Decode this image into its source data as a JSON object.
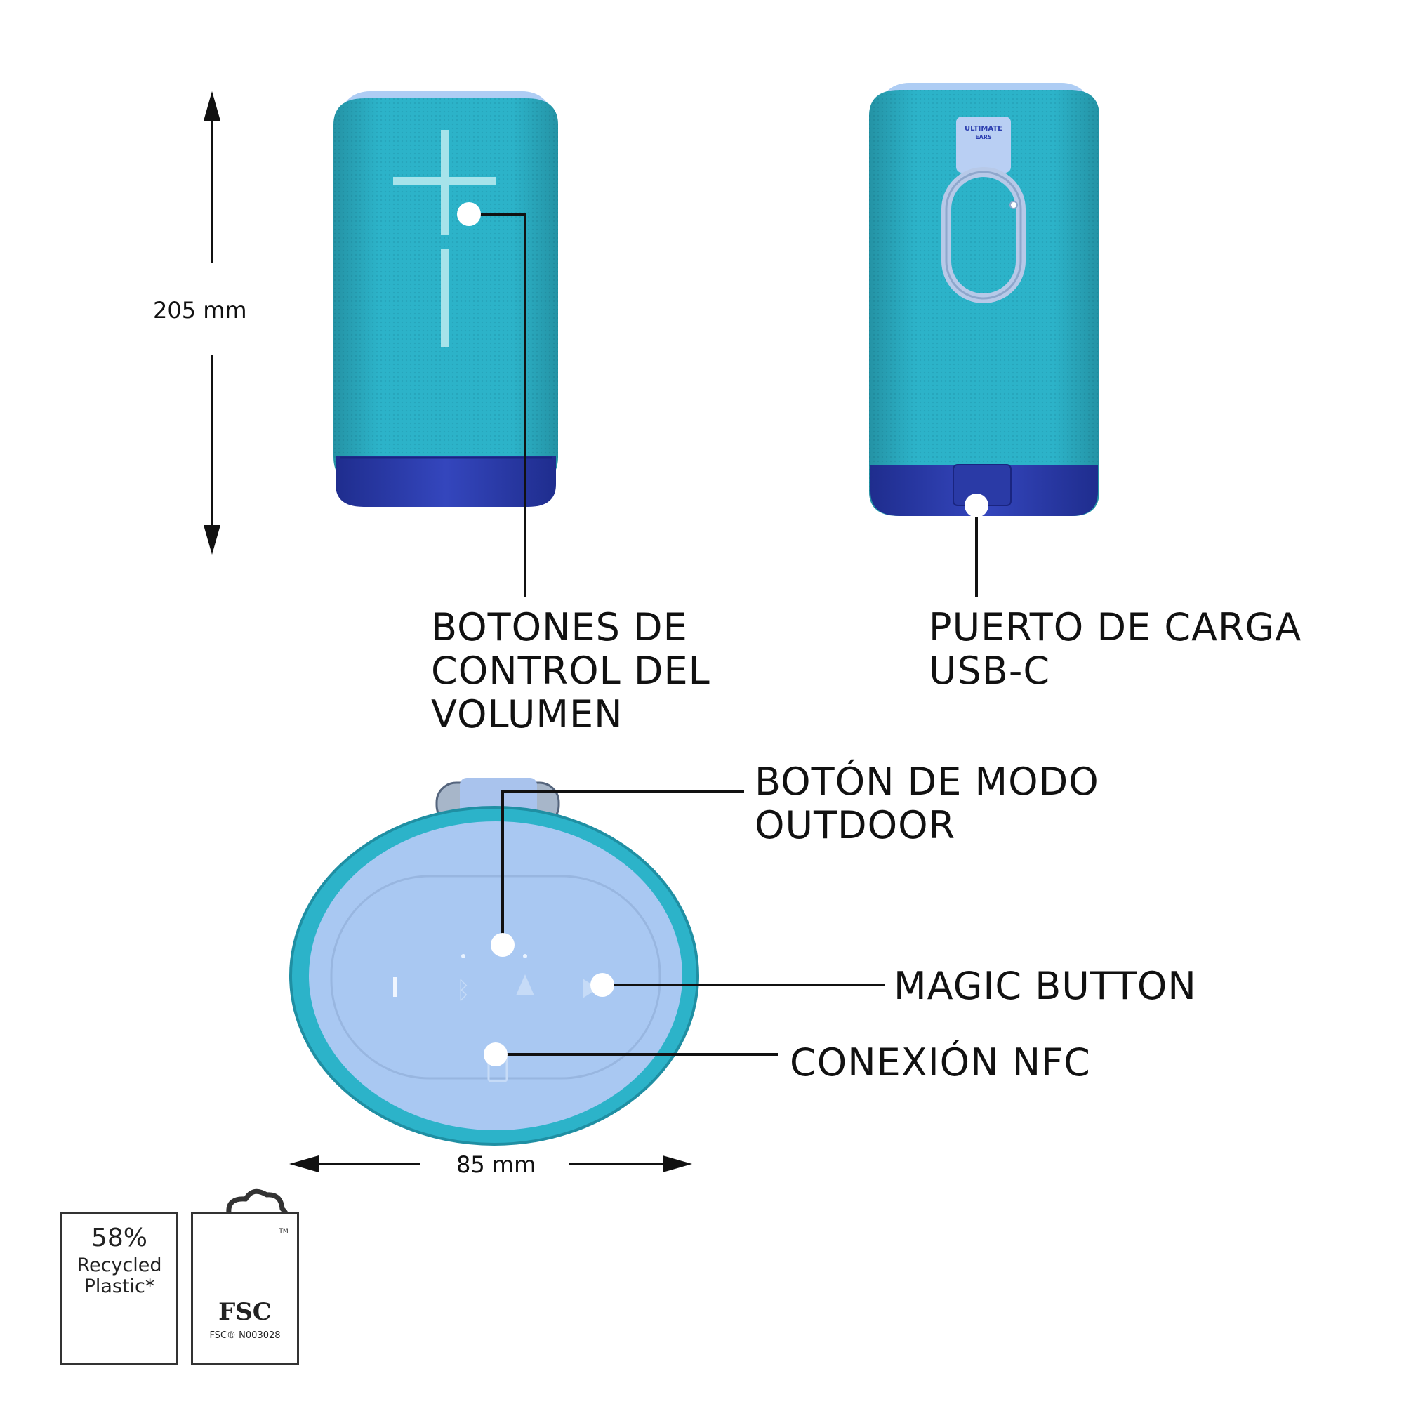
{
  "dimensions": {
    "height_label": "205 mm",
    "width_label": "85 mm"
  },
  "callouts": {
    "volume_buttons": [
      "BOTONES DE",
      "CONTROL DEL",
      "VOLUMEN"
    ],
    "charging_port": [
      "PUERTO DE CARGA",
      "USB-C"
    ],
    "outdoor_mode": [
      "BOTÓN DE MODO",
      "OUTDOOR"
    ],
    "magic_button": [
      "MAGIC BUTTON"
    ],
    "nfc": [
      "CONEXIÓN NFC"
    ]
  },
  "product": {
    "back_logo_line1": "ULTIMATE",
    "back_logo_line2": "EARS"
  },
  "badges": {
    "recycled_percent": "58%",
    "recycled_line1": "Recycled",
    "recycled_line2": "Plastic*",
    "recycle_icon": "recycle-icon",
    "fsc_icon": "fsc-tree-icon",
    "fsc_label": "FSC",
    "fsc_code": "FSC® N003028",
    "fsc_tm": "TM"
  },
  "colors": {
    "fabric": "#2cb3c9",
    "top_cap": "#a9c8f2",
    "base": "#2d3fb0",
    "symbol": "#a6e3ea",
    "text": "#111111"
  }
}
